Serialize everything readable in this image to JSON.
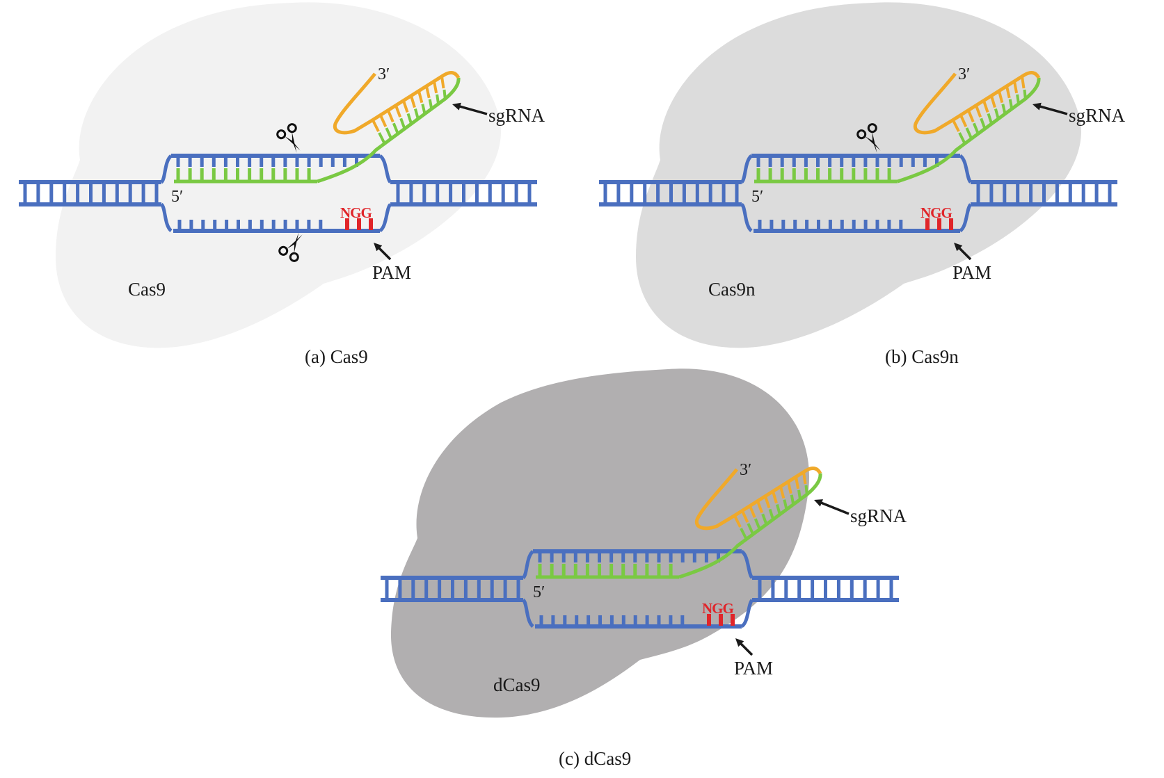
{
  "figure": {
    "colors": {
      "dna": "#4a6fbf",
      "guide": "#7ac943",
      "scaffold": "#f0a92a",
      "pam": "#e0252a",
      "arrow": "#1a1a1a"
    },
    "panels": [
      {
        "id": "a",
        "protein_label": "Cas9",
        "caption": "(a) Cas9",
        "protein_color": "#f2f2f2",
        "cuts": [
          "target-strand",
          "non-target-strand"
        ],
        "sgRNA_label": "sgRNA",
        "pam_label": "PAM",
        "pam_sequence": "NGG",
        "five_prime": "5′",
        "three_prime": "3′"
      },
      {
        "id": "b",
        "protein_label": "Cas9n",
        "caption": "(b) Cas9n",
        "protein_color": "#dcdcdc",
        "cuts": [
          "target-strand"
        ],
        "sgRNA_label": "sgRNA",
        "pam_label": "PAM",
        "pam_sequence": "NGG",
        "five_prime": "5′",
        "three_prime": "3′"
      },
      {
        "id": "c",
        "protein_label": "dCas9",
        "caption": "(c) dCas9",
        "protein_color": "#b1afb0",
        "cuts": [],
        "sgRNA_label": "sgRNA",
        "pam_label": "PAM",
        "pam_sequence": "NGG",
        "five_prime": "5′",
        "three_prime": "3′"
      }
    ]
  }
}
